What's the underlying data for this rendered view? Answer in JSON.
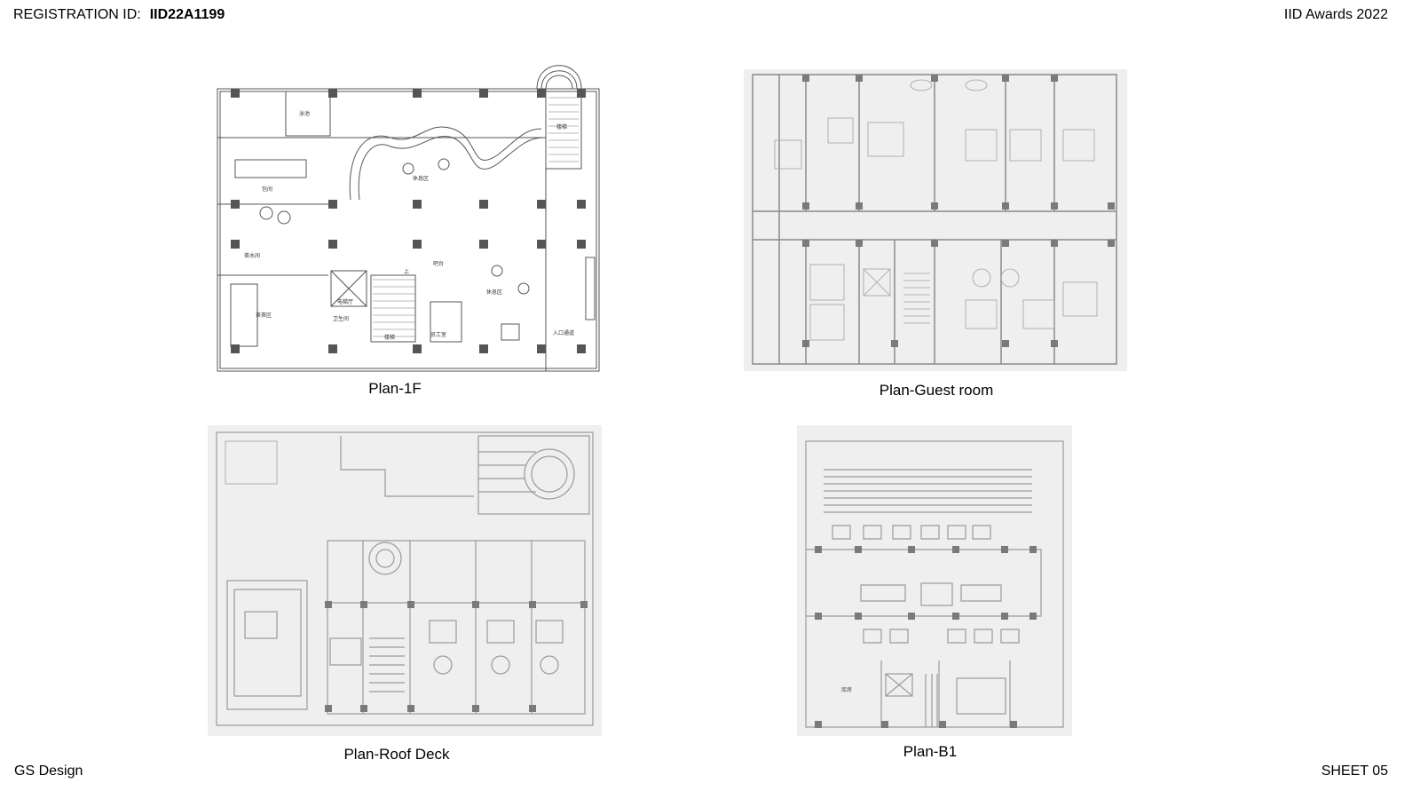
{
  "header": {
    "registration_label": "REGISTRATION ID:",
    "registration_id": "IID22A1199",
    "award": "IID Awards 2022"
  },
  "footer": {
    "studio": "GS Design",
    "sheet": "SHEET 05"
  },
  "plans": [
    {
      "caption": "Plan-1F"
    },
    {
      "caption": "Plan-Guest room"
    },
    {
      "caption": "Plan-Roof Deck"
    },
    {
      "caption": "Plan-B1"
    }
  ],
  "plan_1f_labels": {
    "pool": "泳池",
    "stair": "楼梯",
    "private_room": "包间",
    "lounge_top": "休息区",
    "lounge_right": "休息区",
    "tea": "茶水间",
    "elevator": "电梯厅",
    "up": "上",
    "bar": "吧台",
    "tea_area": "茶茶区",
    "wc": "卫生间",
    "stairs2": "楼梯",
    "staff": "员工室",
    "entry": "入口通道"
  },
  "b1_labels": {
    "storage": "库房"
  }
}
